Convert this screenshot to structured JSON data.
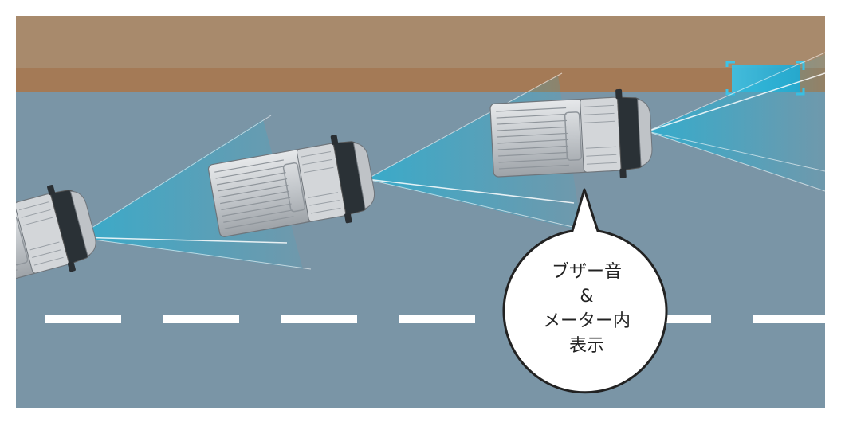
{
  "colors": {
    "sky": "#a88a6c",
    "roadside": "#a47a56",
    "road": "#7a95a6",
    "lane_marking": "#ffffff",
    "sensor_beam": "#25b4d6",
    "target_box": "#3ec3e6",
    "vehicle_body": "#c9cdd2",
    "bubble_fill": "#ffffff",
    "bubble_stroke": "#222222"
  },
  "icons": {
    "vehicle": "van-top-view-icon",
    "target": "detected-object-icon",
    "callout": "speech-bubble"
  },
  "callout": {
    "line1": "ブザー音",
    "line2": "&",
    "line3": "メーター内",
    "line4": "表示"
  }
}
